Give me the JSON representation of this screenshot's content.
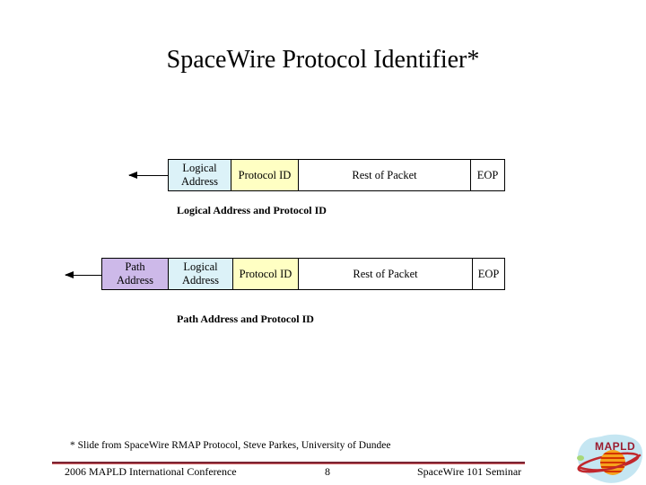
{
  "title": "SpaceWire Protocol Identifier*",
  "diagram1": {
    "caption": "Logical Address and Protocol ID",
    "cells": [
      {
        "label": "Logical Address"
      },
      {
        "label": "Protocol ID"
      },
      {
        "label": "Rest of Packet"
      },
      {
        "label": "EOP"
      }
    ]
  },
  "diagram2": {
    "caption": "Path Address and Protocol ID",
    "cells": [
      {
        "label": "Path Address"
      },
      {
        "label": "Logical Address"
      },
      {
        "label": "Protocol ID"
      },
      {
        "label": "Rest of Packet"
      },
      {
        "label": "EOP"
      }
    ]
  },
  "footnote": "* Slide from SpaceWire RMAP Protocol, Steve Parkes, University of Dundee",
  "footer": {
    "left": "2006 MAPLD International Conference",
    "page_number": "8",
    "right": "SpaceWire 101 Seminar"
  },
  "logo": {
    "text": "MAPLD"
  },
  "colors": {
    "border": "#000000",
    "cell-logical": "#DCF2F8",
    "cell-protocol": "#FFFFC3",
    "cell-path": "#CDB9E9",
    "cell-plain": "#FFFFFF",
    "footer-line-dark": "#7B2433",
    "footer-line-light": "#CD5C5C",
    "logo-blue": "#C5E6F2",
    "logo-maroon": "#9B1B2F",
    "logo-red": "#C1272D",
    "logo-orange": "#F6A21D",
    "logo-stripe": "#D43400",
    "logo-green": "#A8D878"
  }
}
